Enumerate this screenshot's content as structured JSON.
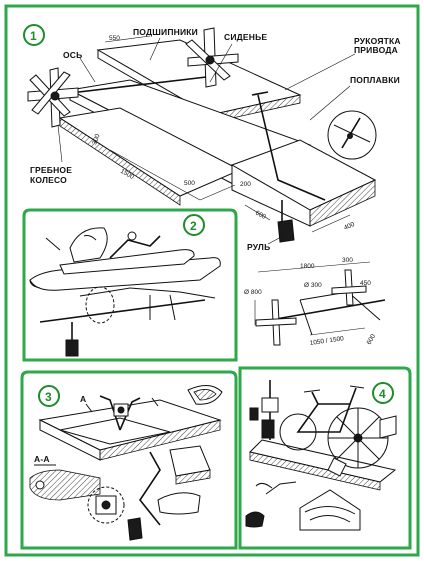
{
  "colors": {
    "frame": "#2ea84a",
    "number": "#1e8c2a",
    "ink": "#111111"
  },
  "figure1": {
    "number": "1",
    "labels": {
      "axle": "ОСЬ",
      "bearings": "ПОДШИПНИКИ",
      "seat": "СИДЕНЬЕ",
      "drive_handle_line1": "РУКОЯТКА",
      "drive_handle_line2": "ПРИВОДА",
      "floats": "ПОПЛАВКИ",
      "paddle_wheel_line1": "ГРЕБНОЕ",
      "paddle_wheel_line2": "КОЛЕСО",
      "rudder": "РУЛЬ"
    },
    "dimensions": {
      "d550": "550",
      "d1500": "1500",
      "d500": "500",
      "d200": "200",
      "d600": "600",
      "d400": "400",
      "d300": "300"
    }
  },
  "figure2": {
    "number": "2",
    "dimensions": {
      "d1800": "1800",
      "d300a": "300",
      "d800": "Ø 800",
      "d300b": "Ø 300",
      "d1050": "1050 / 1500",
      "d600": "600",
      "d450": "450"
    }
  },
  "figure3": {
    "number": "3",
    "section_label": "А-А",
    "cut_mark": "А"
  },
  "figure4": {
    "number": "4"
  }
}
